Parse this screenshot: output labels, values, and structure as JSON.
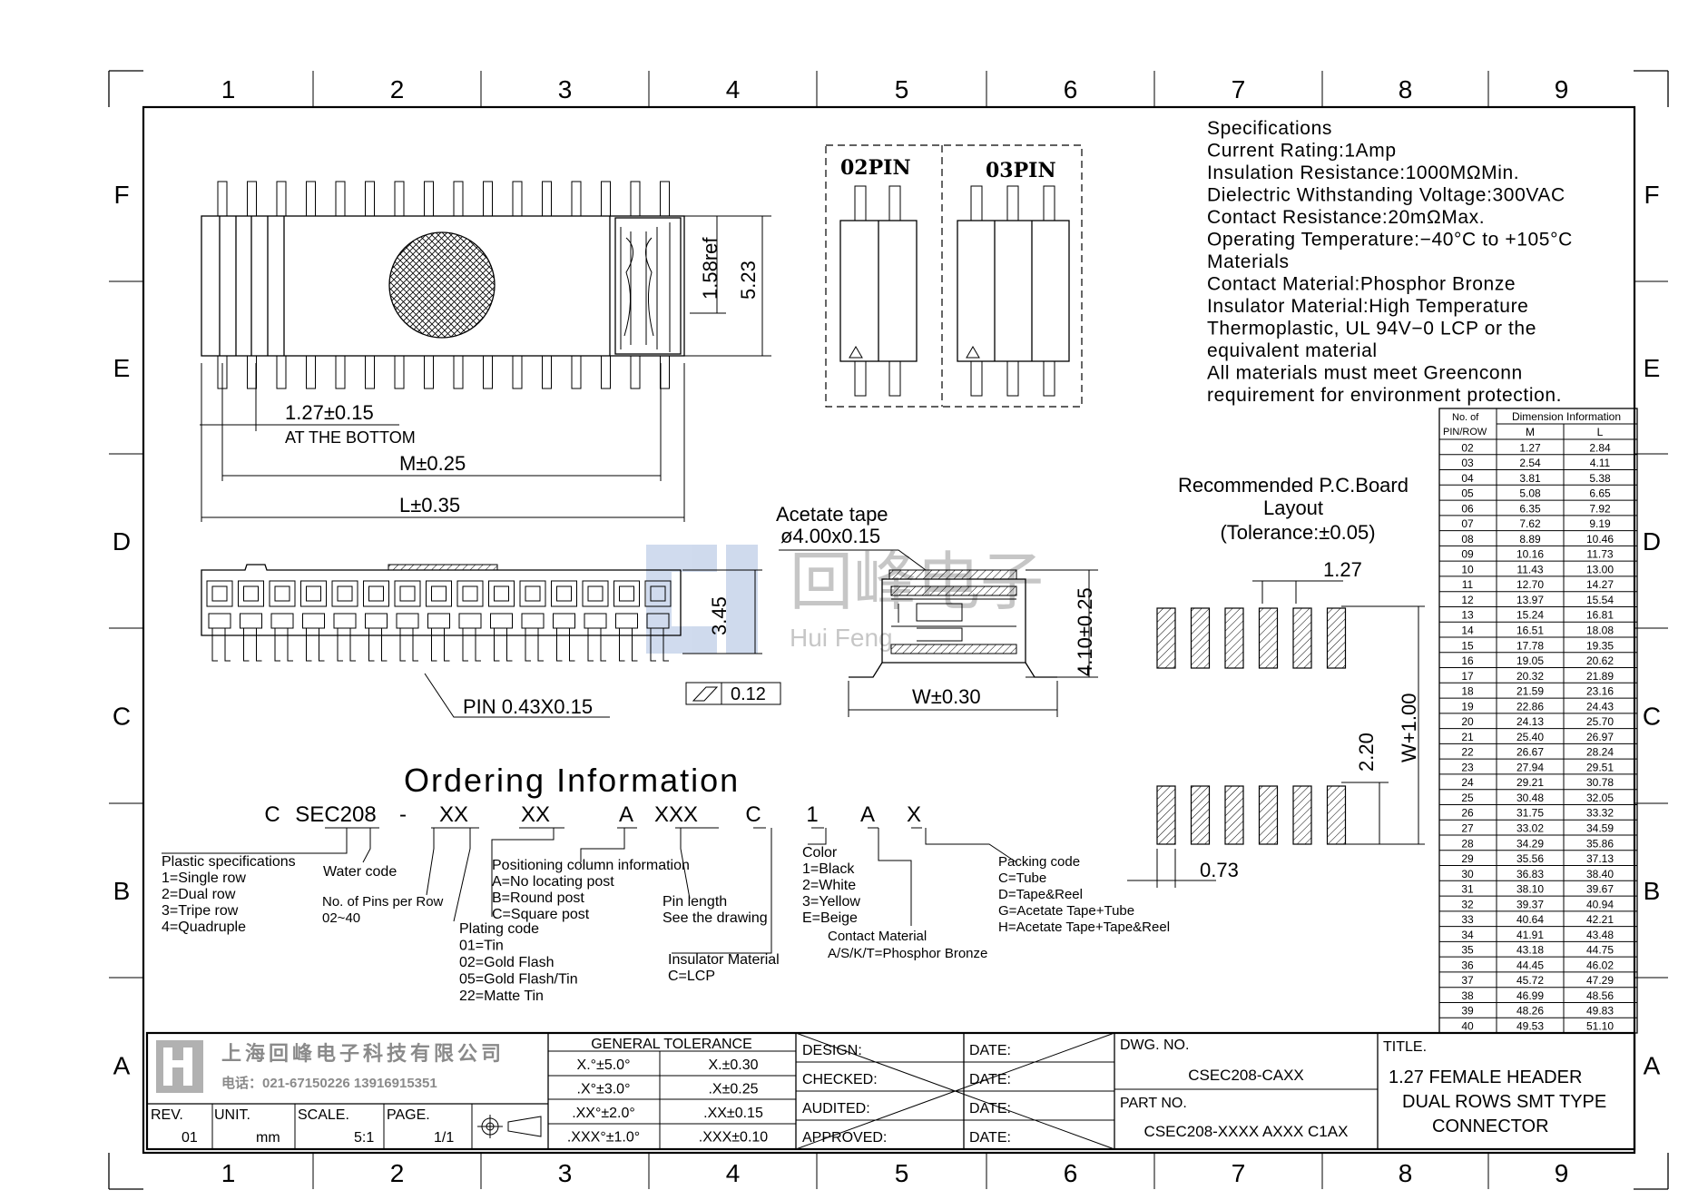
{
  "grid": {
    "columns": [
      "1",
      "2",
      "3",
      "4",
      "5",
      "6",
      "7",
      "8",
      "9"
    ],
    "rows": [
      "F",
      "E",
      "D",
      "C",
      "B",
      "A"
    ]
  },
  "specifications": {
    "lines": [
      "Specifications",
      "Current Rating:1Amp",
      "Insulation Resistance:1000MΩMin.",
      "Dielectric Withstanding Voltage:300VAC",
      "Contact Resistance:20mΩMax.",
      "Operating Temperature:−40°C to +105°C",
      "Materials",
      "Contact Material:Phosphor Bronze",
      "Insulator Material:High Temperature",
      "Thermoplastic, UL 94V−0 LCP or the",
      "equivalent material",
      "All materials must meet Greenconn",
      "requirement for environment protection."
    ]
  },
  "pin_views": {
    "pin02": "02PIN",
    "pin03": "03PIN"
  },
  "dimensions": {
    "pitch": "1.27±0.15",
    "at_bottom": "AT THE BOTTOM",
    "m": "M±0.25",
    "l": "L±0.35",
    "ref": "1.58ref",
    "height": "5.23",
    "side_height": "3.45",
    "pin": "PIN 0.43X0.15",
    "flatness": "0.12",
    "acetate_label": "Acetate tape",
    "acetate_dia": "ø4.00x0.15",
    "side_h": "4.10±0.25",
    "w": "W±0.30"
  },
  "pcb": {
    "title_lines": [
      "Recommended P.C.Board",
      "Layout",
      "(Tolerance:±0.05)"
    ],
    "pitch": "1.27",
    "w": "W+1.00",
    "gap": "2.20",
    "pad": "0.73"
  },
  "watermark": {
    "cn": "回峰电子",
    "en": "Hui Feng"
  },
  "dim_table": {
    "headers": [
      "No. of\nPIN/ROW",
      "Dimension Information",
      "M",
      "L"
    ],
    "rows": [
      [
        "02",
        "1.27",
        "2.84"
      ],
      [
        "03",
        "2.54",
        "4.11"
      ],
      [
        "04",
        "3.81",
        "5.38"
      ],
      [
        "05",
        "5.08",
        "6.65"
      ],
      [
        "06",
        "6.35",
        "7.92"
      ],
      [
        "07",
        "7.62",
        "9.19"
      ],
      [
        "08",
        "8.89",
        "10.46"
      ],
      [
        "09",
        "10.16",
        "11.73"
      ],
      [
        "10",
        "11.43",
        "13.00"
      ],
      [
        "11",
        "12.70",
        "14.27"
      ],
      [
        "12",
        "13.97",
        "15.54"
      ],
      [
        "13",
        "15.24",
        "16.81"
      ],
      [
        "14",
        "16.51",
        "18.08"
      ],
      [
        "15",
        "17.78",
        "19.35"
      ],
      [
        "16",
        "19.05",
        "20.62"
      ],
      [
        "17",
        "20.32",
        "21.89"
      ],
      [
        "18",
        "21.59",
        "23.16"
      ],
      [
        "19",
        "22.86",
        "24.43"
      ],
      [
        "20",
        "24.13",
        "25.70"
      ],
      [
        "21",
        "25.40",
        "26.97"
      ],
      [
        "22",
        "26.67",
        "28.24"
      ],
      [
        "23",
        "27.94",
        "29.51"
      ],
      [
        "24",
        "29.21",
        "30.78"
      ],
      [
        "25",
        "30.48",
        "32.05"
      ],
      [
        "26",
        "31.75",
        "33.32"
      ],
      [
        "27",
        "33.02",
        "34.59"
      ],
      [
        "28",
        "34.29",
        "35.86"
      ],
      [
        "29",
        "35.56",
        "37.13"
      ],
      [
        "30",
        "36.83",
        "38.40"
      ],
      [
        "31",
        "38.10",
        "39.67"
      ],
      [
        "32",
        "39.37",
        "40.94"
      ],
      [
        "33",
        "40.64",
        "42.21"
      ],
      [
        "34",
        "41.91",
        "43.48"
      ],
      [
        "35",
        "43.18",
        "44.75"
      ],
      [
        "36",
        "44.45",
        "46.02"
      ],
      [
        "37",
        "45.72",
        "47.29"
      ],
      [
        "38",
        "46.99",
        "48.56"
      ],
      [
        "39",
        "48.26",
        "49.83"
      ],
      [
        "40",
        "49.53",
        "51.10"
      ]
    ]
  },
  "ordering": {
    "title": "Ordering Information",
    "code": [
      "C",
      "SEC208",
      "-",
      "XX",
      "XX",
      "A",
      "XXX",
      "C",
      "1",
      "A",
      "X"
    ],
    "plastic": [
      "Plastic specifications",
      "1=Single row",
      "2=Dual row",
      "3=Tripe row",
      "4=Quadruple"
    ],
    "water": "Water code",
    "pins": [
      "No. of Pins per Row",
      "02~40"
    ],
    "positioning": [
      "Positioning column information",
      "A=No locating post",
      "B=Round post",
      "C=Square post"
    ],
    "plating": [
      "Plating code",
      "01=Tin",
      "02=Gold Flash",
      "05=Gold Flash/Tin",
      "22=Matte Tin"
    ],
    "pin_length": [
      "Pin length",
      "See the drawing"
    ],
    "insulator": [
      "Insulator Material",
      "C=LCP"
    ],
    "color": [
      "Color",
      "1=Black",
      "2=White",
      "3=Yellow",
      "E=Beige"
    ],
    "contact": [
      "Contact Material",
      "A/S/K/T=Phosphor Bronze"
    ],
    "packing": [
      "Packing code",
      "C=Tube",
      "D=Tape&Reel",
      "G=Acetate Tape+Tube",
      "H=Acetate Tape+Tape&Reel"
    ]
  },
  "title_block": {
    "company": "上海回峰电子科技有限公司",
    "phone": "电话：021-67150226  13916915351",
    "rev_label": "REV.",
    "rev": "01",
    "unit_label": "UNIT.",
    "unit": "mm",
    "scale_label": "SCALE.",
    "scale": "5:1",
    "page_label": "PAGE.",
    "page": "1/1",
    "tol_title": "GENERAL TOLERANCE",
    "tol": [
      [
        "X.°±5.0°",
        "X.±0.30"
      ],
      [
        ".X°±3.0°",
        ".X±0.25"
      ],
      [
        ".XX°±2.0°",
        ".XX±0.15"
      ],
      [
        ".XXX°±1.0°",
        ".XXX±0.10"
      ]
    ],
    "sign": [
      "DESIGN:",
      "CHECKED:",
      "AUDITED:",
      "APPROVED:"
    ],
    "date": "DATE:",
    "dwg_label": "DWG. NO.",
    "dwg": "CSEC208-CAXX",
    "part_label": "PART NO.",
    "part": "CSEC208-XXXX AXXX C1AX",
    "title_label": "TITLE.",
    "title": [
      "1.27 FEMALE HEADER",
      "DUAL ROWS SMT TYPE",
      "CONNECTOR"
    ]
  }
}
